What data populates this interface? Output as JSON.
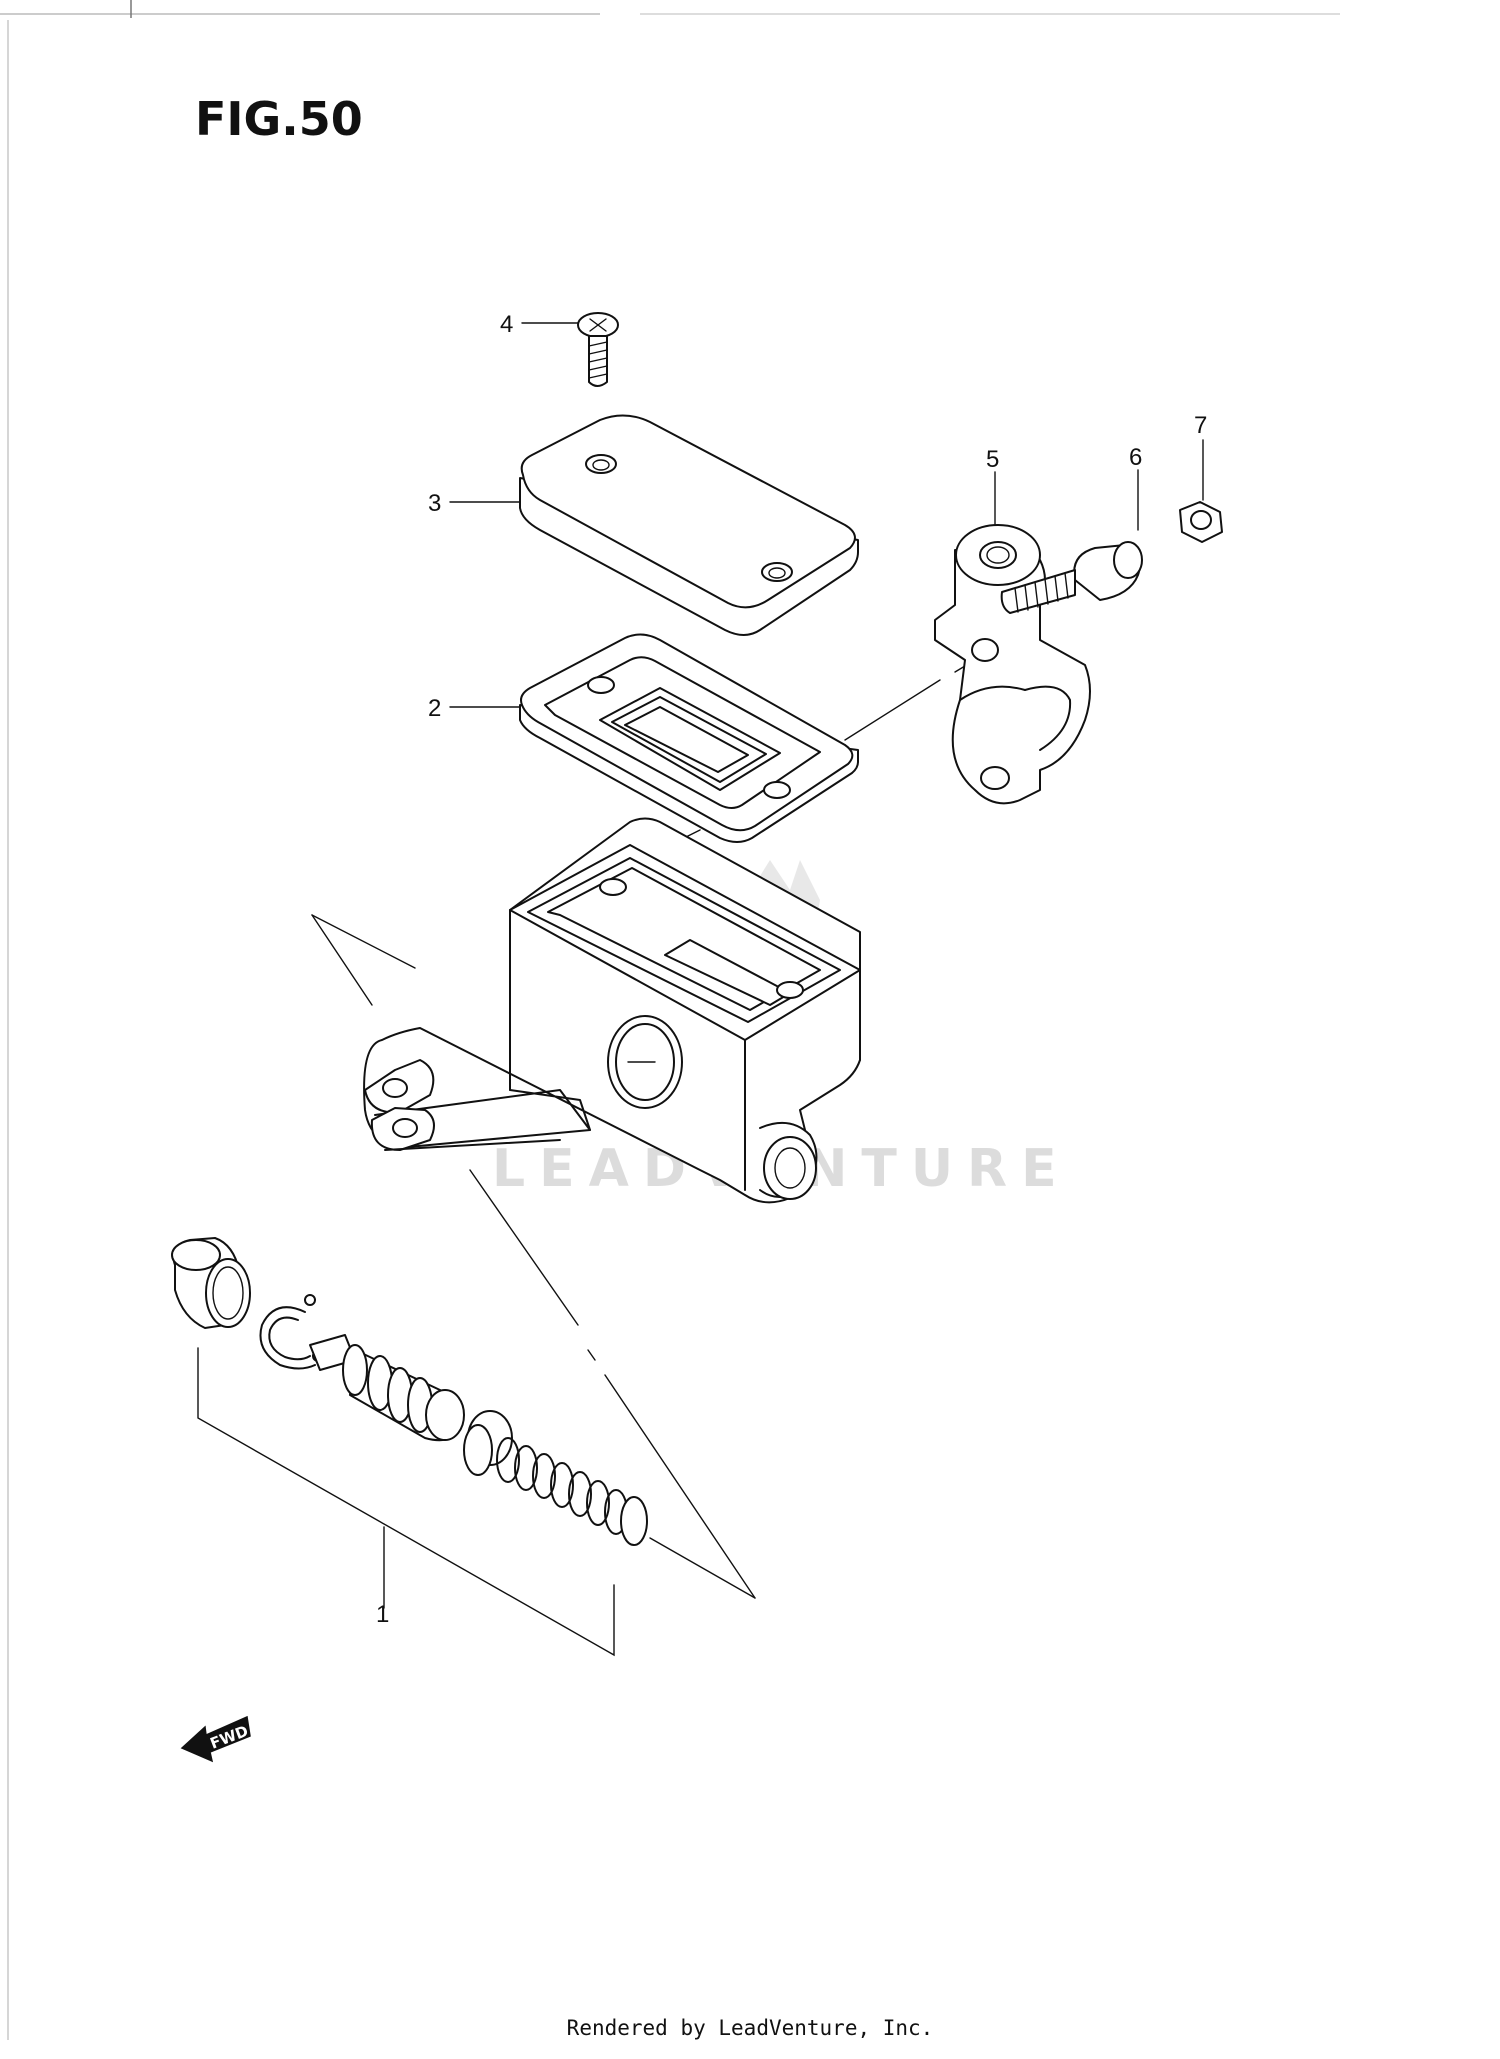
{
  "figure": {
    "title": "FIG.50"
  },
  "callouts": [
    {
      "id": "1",
      "label": "1"
    },
    {
      "id": "2",
      "label": "2"
    },
    {
      "id": "3",
      "label": "3"
    },
    {
      "id": "4",
      "label": "4"
    },
    {
      "id": "5",
      "label": "5"
    },
    {
      "id": "6",
      "label": "6"
    },
    {
      "id": "7",
      "label": "7"
    }
  ],
  "fwd_arrow": {
    "label": "FWD"
  },
  "watermark": {
    "text": "LEADVENTURE"
  },
  "footer": {
    "text": "Rendered by LeadVenture, Inc."
  }
}
